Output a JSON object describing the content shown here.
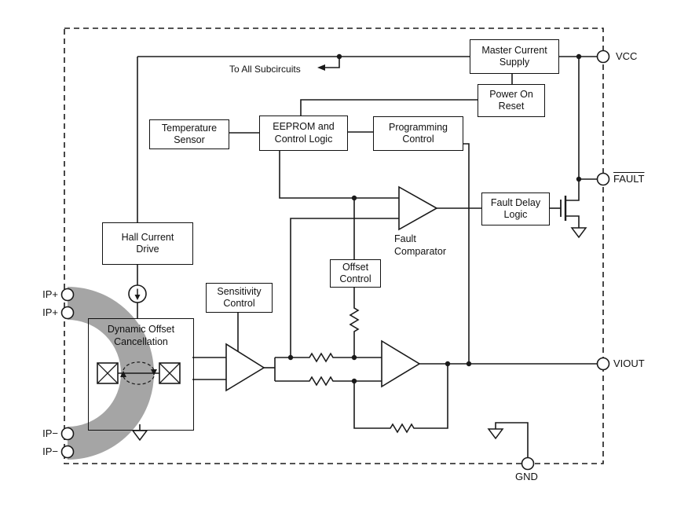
{
  "diagram": {
    "blocks": {
      "master_current_supply": "Master Current Supply",
      "power_on_reset": "Power On Reset",
      "temperature_sensor": "Temperature Sensor",
      "eeprom_control_logic": "EEPROM and Control Logic",
      "programming_control": "Programming Control",
      "fault_delay_logic": "Fault Delay Logic",
      "hall_current_drive": "Hall Current Drive",
      "sensitivity_control": "Sensitivity Control",
      "offset_control": "Offset Control",
      "dynamic_offset_cancellation": "Dynamic Offset Cancellation"
    },
    "labels": {
      "to_all_subcircuits": "To All Subcircuits",
      "fault_comparator": "Fault Comparator"
    },
    "pins": {
      "vcc": "VCC",
      "fault": "FAULT",
      "viout": "VIOUT",
      "gnd": "GND",
      "ip_plus": "IP+",
      "ip_minus": "IP−"
    },
    "colors": {
      "wire": "#1a1a1a",
      "current_path": "#a5a5a5",
      "background": "#ffffff"
    }
  }
}
